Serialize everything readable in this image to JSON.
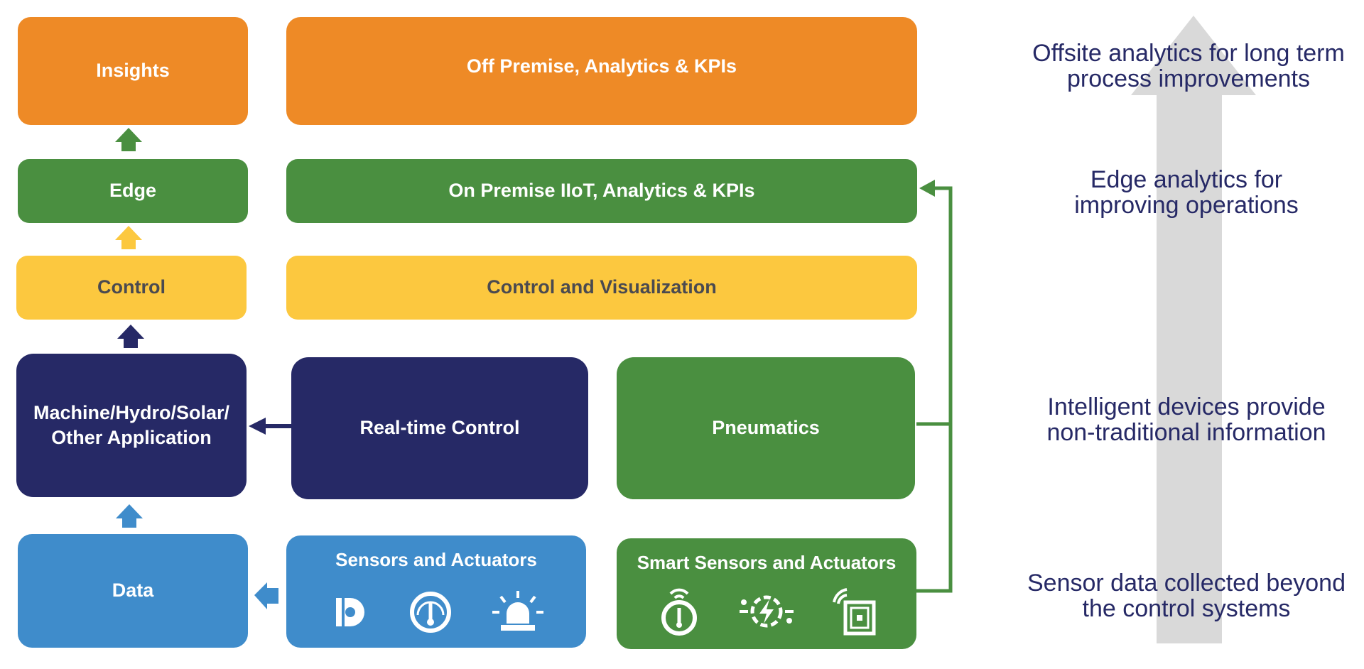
{
  "colors": {
    "orange": "#ee8a26",
    "green": "#4a8f40",
    "yellow": "#fcc83f",
    "navy": "#262966",
    "blue": "#3f8ccb",
    "gray_arrow": "#d9d9d9"
  },
  "layers": {
    "insights": "Insights",
    "edge": "Edge",
    "control": "Control",
    "application": "Machine/Hydro/Solar/ Other Application",
    "data": "Data"
  },
  "bars": {
    "off_premise": "Off Premise, Analytics & KPIs",
    "on_premise": "On Premise IIoT, Analytics & KPIs",
    "control_vis": "Control and Visualization"
  },
  "blocks": {
    "realtime": "Real-time Control",
    "pneumatics": "Pneumatics",
    "sensors": "Sensors and Actuators",
    "smart_sensors": "Smart Sensors and Actuators"
  },
  "icons": {
    "sensors": [
      "proximity-sensor-icon",
      "gauge-icon",
      "alarm-beacon-icon"
    ],
    "smart_sensors": [
      "wireless-gauge-icon",
      "smart-energy-icon",
      "rfid-tag-icon"
    ]
  },
  "captions": {
    "offsite": "Offsite analytics for long term process improvements",
    "edge": "Edge analytics for improving operations",
    "intelligent": "Intelligent devices provide non-traditional information",
    "sensor_data": "Sensor data collected beyond the control systems"
  }
}
